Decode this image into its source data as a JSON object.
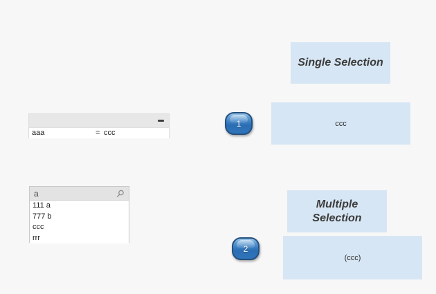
{
  "background": "#f7f7f7",
  "colors": {
    "panel_blue": "#d7e6f4",
    "badge_blue_top": "#9cc7e8",
    "badge_blue_bottom": "#2f74ba",
    "badge_border": "#24507f",
    "header_gray": "#e7e7e7",
    "listbox_header_gray": "#e3e3e3"
  },
  "current_selections": {
    "minimize_icon": "minus",
    "row": {
      "field": "aaa",
      "operator": "=",
      "value": "ccc"
    }
  },
  "listbox": {
    "title": "a",
    "search_icon": "magnifier",
    "items": [
      "111 a",
      "777 b",
      "ccc",
      "rrr"
    ]
  },
  "badges": {
    "first": "1",
    "second": "2"
  },
  "single": {
    "title": "Single Selection",
    "value": "ccc"
  },
  "multiple": {
    "title": "Multiple Selection",
    "value": "(ccc)"
  }
}
